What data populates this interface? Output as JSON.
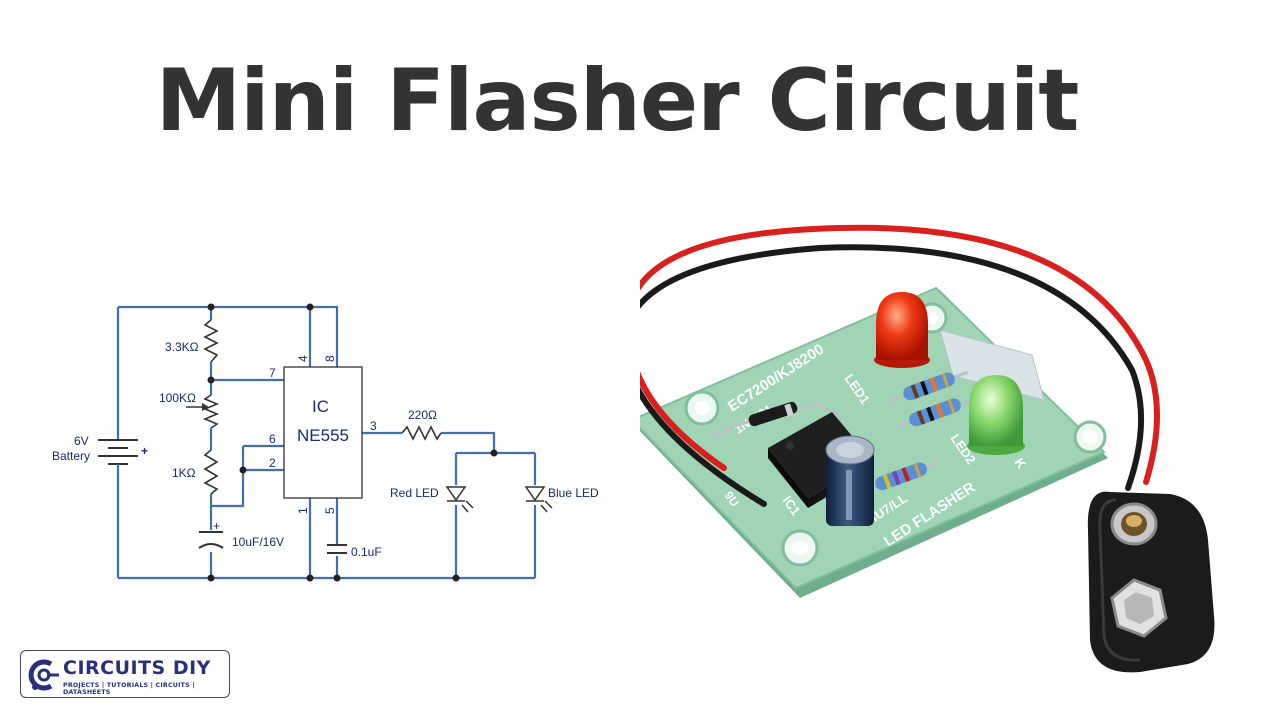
{
  "title": "Mini Flasher Circuit",
  "schematic": {
    "battery_value": "6V",
    "battery_label": "Battery",
    "plus_sign": "+",
    "r1": "3.3KΩ",
    "pot": "100KΩ",
    "r2": "1KΩ",
    "cap1": "10uF/16V",
    "cap2": "0.1uF",
    "ic_label": "IC",
    "ic_part": "NE555",
    "pins": [
      "4",
      "8",
      "7",
      "6",
      "2",
      "3",
      "1",
      "5"
    ],
    "r3": "220Ω",
    "led1": "Red LED",
    "led2": "Blue LED"
  },
  "board": {
    "top_print": "EC7200/KJ8200",
    "diode_print": "1N4001",
    "led1_print": "LED1",
    "led2_print": "LED2",
    "k_print": "K",
    "ic_print": "IC1",
    "res_print": "4U7/LL",
    "board_name": "LED FLASHER",
    "voltage_print": "9U"
  },
  "logo": {
    "brand": "CIRCUITS DIY",
    "tagline": "PROJECTS | TUTORIALS | CIRCUITS | DATASHEETS"
  },
  "colors": {
    "title": "#333333",
    "wire": "#3f6fb4",
    "text": "#1a2a6c",
    "pcb": "#9fd4b5",
    "led_red": "#e8240f",
    "led_green": "#7fd36a"
  }
}
